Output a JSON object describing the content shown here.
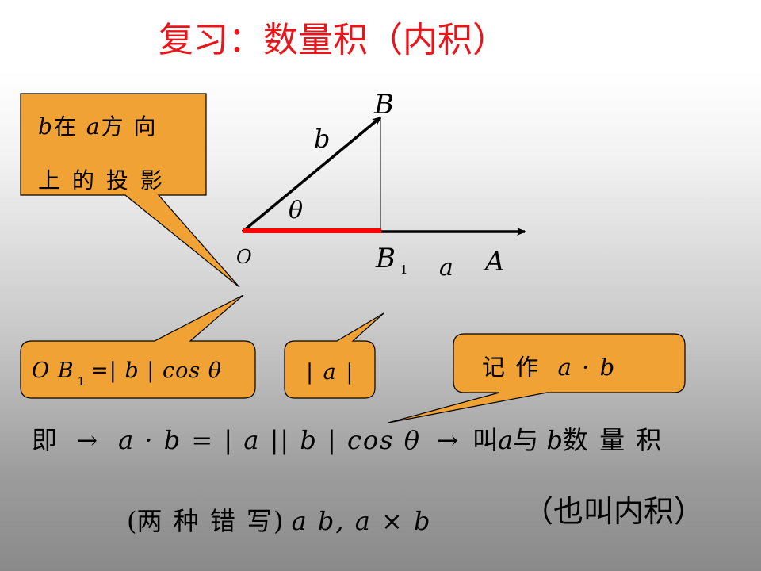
{
  "title": "复习：数量积（内积）",
  "colors": {
    "title": "#e8161b",
    "callout_fill": "#f0a234",
    "projection": "#ff0000"
  },
  "diagram": {
    "label_B": "B",
    "label_b": "b",
    "label_theta": "θ",
    "label_O": "O",
    "label_B1": "B",
    "label_B1_sub": "1",
    "label_a": "a",
    "label_A": "A"
  },
  "callout_projection": {
    "line1_var": "b",
    "line1_mid": "在",
    "line1_var2": "a",
    "line1_end": "方 向",
    "line2": "上 的 投 影"
  },
  "callout_ob1": {
    "left": "O B",
    "sub": "1",
    "right": "=| b | cos θ"
  },
  "callout_abs_a": {
    "text": "| a |"
  },
  "callout_notation": {
    "prefix": "记 作",
    "expr": "a · b"
  },
  "formula": {
    "ji": "即",
    "arrow1": "→",
    "expr": "a · b = | a || b | cos θ",
    "arrow2": "→",
    "jiao": "叫",
    "var_a": "a",
    "yu": "与",
    "var_b": "b",
    "name": "数 量 积"
  },
  "wrong": {
    "open": "(",
    "label": "两 种 错 写",
    "close": ")",
    "exprs": "a b, a × b"
  },
  "also_called": "（也叫内积）"
}
